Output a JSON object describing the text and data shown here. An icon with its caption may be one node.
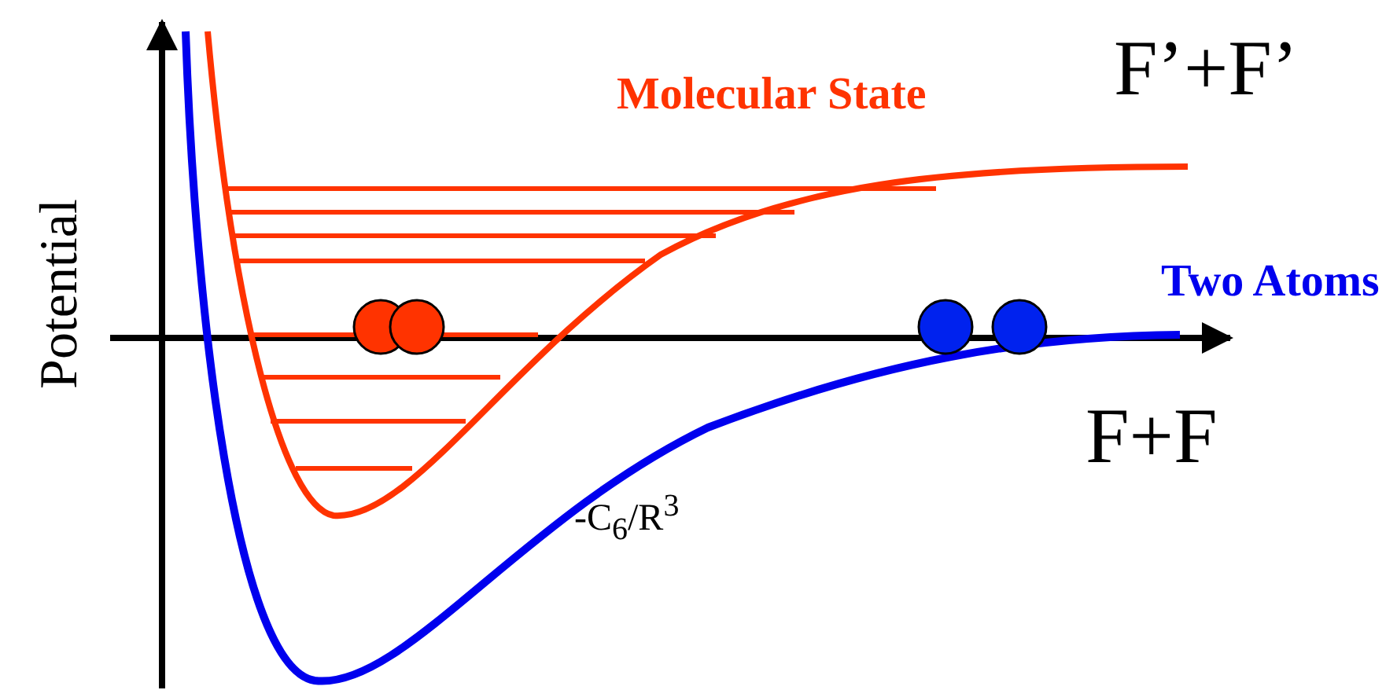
{
  "diagram": {
    "labels": [
      "Potential",
      "Molecular State",
      "F’+F’",
      "Two Atoms",
      "F+F",
      "-C$_{6}$/R$^{3}$"
    ]
  }
}
